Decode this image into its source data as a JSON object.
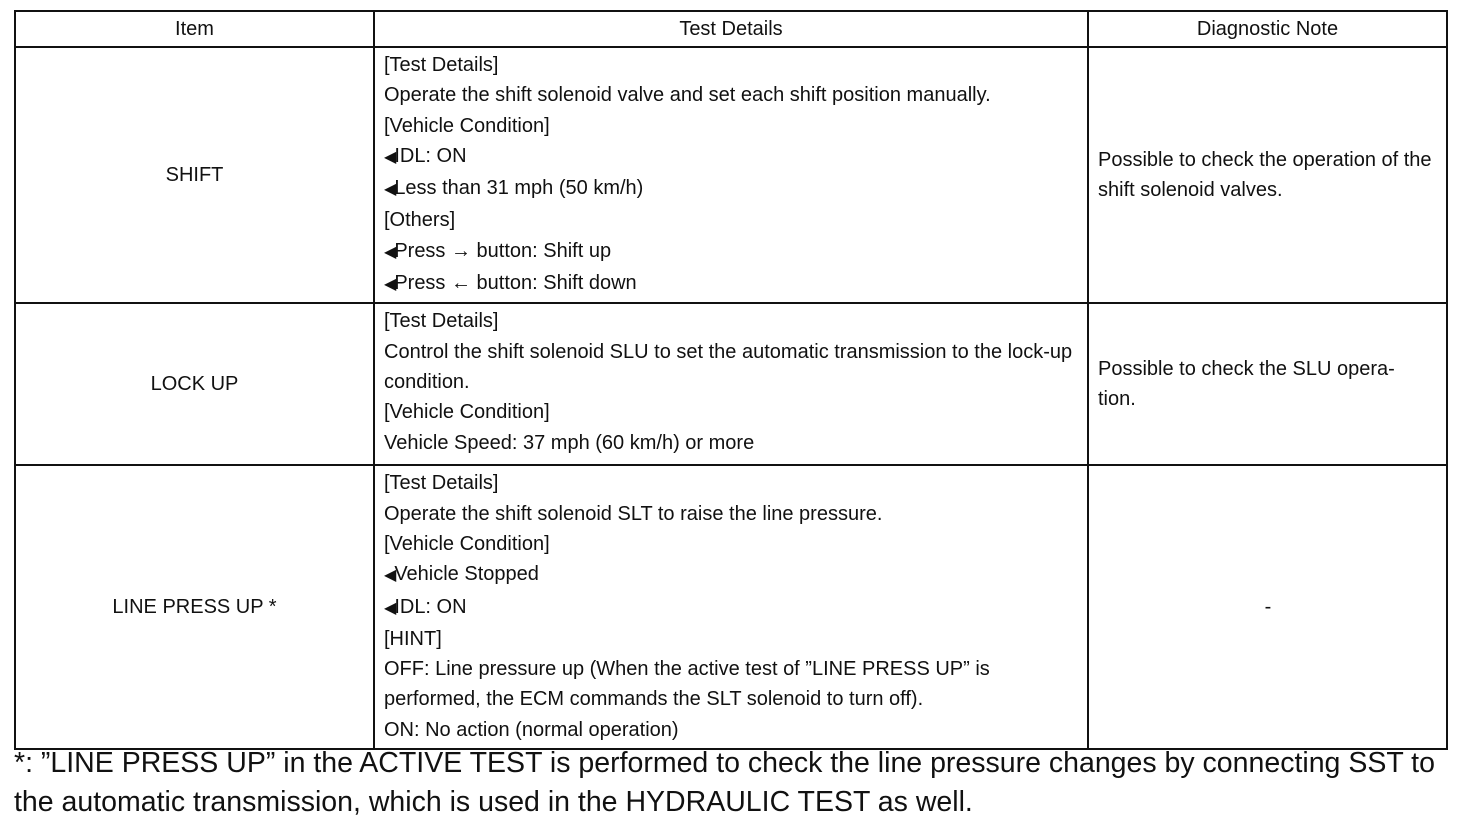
{
  "table": {
    "headers": {
      "item": "Item",
      "details": "Test Details",
      "note": "Diagnostic Note"
    },
    "rows": [
      {
        "item": "SHIFT",
        "details": {
          "l0": "[Test Details]",
          "l1": "Operate the shift solenoid valve and set each shift position manually.",
          "l2": "[Vehicle Condition]",
          "l3": "IDL: ON",
          "l4": "Less than 31 mph (50 km/h)",
          "l5": "[Others]",
          "l6": "Press → button: Shift up",
          "l7": "Press ← button: Shift down"
        },
        "note": "Possible to check the operation of the shift solenoid valves."
      },
      {
        "item": "LOCK UP",
        "details": {
          "l0": "[Test Details]",
          "l1": "Control the shift solenoid SLU to set the automatic transmission to the lock-up condition.",
          "l2": "[Vehicle Condition]",
          "l3": "Vehicle Speed: 37 mph (60 km/h) or more"
        },
        "note": "Possible to check the SLU opera- tion."
      },
      {
        "item": "LINE PRESS UP *",
        "details": {
          "l0": "[Test Details]",
          "l1": "Operate the shift solenoid SLT to raise the line pressure.",
          "l2": "[Vehicle Condition]",
          "l3": "Vehicle Stopped",
          "l4": "IDL: ON",
          "l5": "[HINT]",
          "l6": "OFF: Line pressure up (When the active test of ”LINE PRESS UP” is performed, the ECM commands the SLT solenoid to turn off).",
          "l7": "ON: No action (normal operation)"
        },
        "note": "-"
      }
    ],
    "bullet_glyph": "◀"
  },
  "footnote": "*: ”LINE PRESS UP” in the ACTIVE TEST is performed to check the line pressure changes by connecting SST to the automatic transmission, which is used in the HYDRAULIC TEST as well."
}
